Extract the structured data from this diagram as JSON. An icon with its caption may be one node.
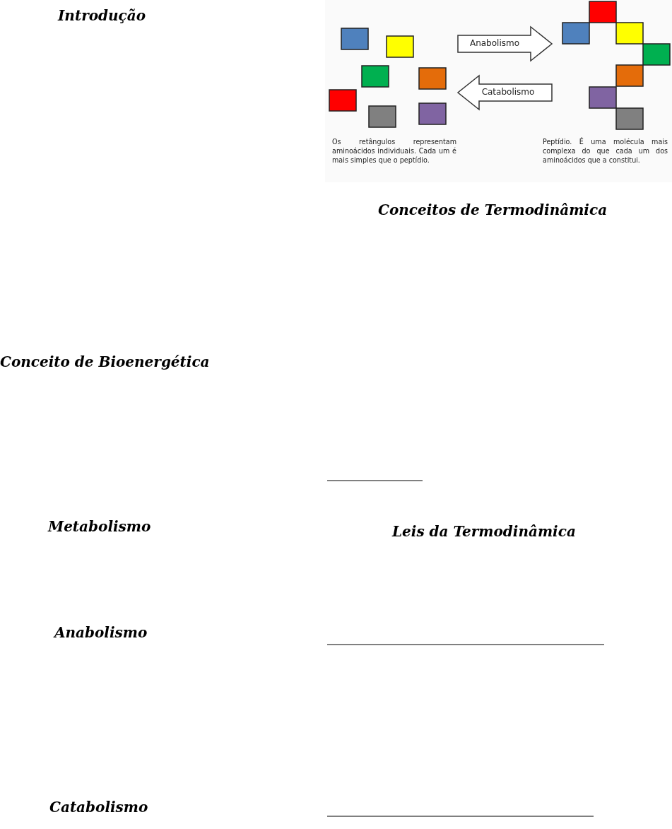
{
  "diagram": {
    "nodes": [
      {
        "text": [],
        "shape": "box",
        "beside": [
          "Os retângulos representam aminoácidos individuais. Cada um é mais simples que o peptídio."
        ]
      },
      {
        "text": [],
        "shape": "box",
        "beside": [
          "Peptídio. É uma molécula mais complexa do que cada um dos aminoácidos que a constitui."
        ]
      }
    ],
    "edges": [
      {
        "from": 0,
        "to": 1,
        "arrow": "to",
        "label": "Anabolismo"
      },
      {
        "from": 1,
        "to": 0,
        "arrow": "to",
        "label": "Catabolismo"
      }
    ],
    "labels": [
      "Introdução",
      "Conceitos de Termodinâmica",
      "Conceito de Bioenergética",
      "Metabolismo",
      "Leis da Termodinâmica",
      "Anabolismo",
      "Catabolismo"
    ]
  }
}
